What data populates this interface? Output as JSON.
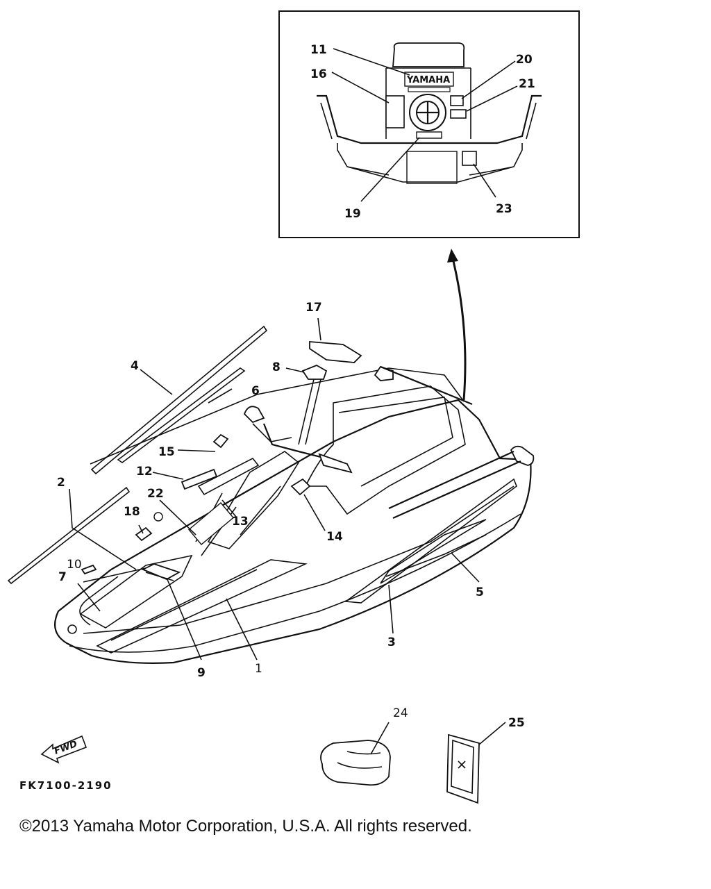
{
  "inset": {
    "brand": "YAMAHA",
    "callouts": [
      "11",
      "16",
      "20",
      "21",
      "19",
      "23"
    ]
  },
  "callouts": {
    "c1": "1",
    "c2": "2",
    "c3": "3",
    "c4": "4",
    "c5": "5",
    "c6": "6",
    "c7": "7",
    "c8": "8",
    "c9": "9",
    "c10": "10",
    "c11": "11",
    "c12": "12",
    "c13": "13",
    "c14": "14",
    "c15": "15",
    "c16": "16",
    "c17": "17",
    "c18": "18",
    "c19": "19",
    "c20": "20",
    "c21": "21",
    "c22": "22",
    "c23": "23",
    "c24": "24",
    "c25": "25"
  },
  "fwd": "FWD",
  "figure_code": "FK7100-2190",
  "copyright": "©2013 Yamaha Motor Corporation, U.S.A. All rights reserved."
}
